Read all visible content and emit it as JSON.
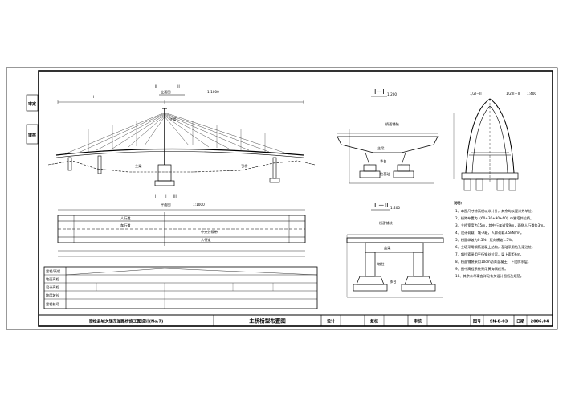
{
  "sheet": {
    "left_strip": {
      "box1": "审定",
      "box2": "审核"
    },
    "elevation": {
      "title": "立面图",
      "scale": "1:1000",
      "pier_marks_top": [
        "I",
        "II",
        "III"
      ],
      "pier_marks_bottom": [
        "I",
        "II",
        "III"
      ],
      "labels": [
        "主塔",
        "主梁",
        "引桥"
      ]
    },
    "plan": {
      "title": "平面图",
      "scale": "1:1000",
      "labels": [
        "人行道",
        "车行道",
        "中央分隔带",
        "人行道"
      ]
    },
    "profile_table": {
      "rows": [
        "里程/高程",
        "地面高程",
        "设计高程",
        "坡度坡长",
        "里程桩号"
      ]
    },
    "section_1": {
      "title": "I－I",
      "scale": "1:200",
      "notes": [
        "桥面铺装",
        "主梁",
        "承台",
        "桩基础"
      ]
    },
    "section_2": {
      "title": "II－II",
      "scale": "1:200",
      "notes": [
        "桥面铺装",
        "盖梁",
        "墩柱",
        "承台"
      ]
    },
    "tower_views": {
      "left_title": "1/2I－II",
      "right_title": "1/2III－III",
      "scale": "1:400"
    },
    "notes": {
      "header": "说明：",
      "items": [
        "1、本图尺寸除高程以米计外，其余均以厘米为单位。",
        "2、桥跨布置为（60+30+90+60）m独塔斜拉桥。",
        "3、主桥宽度为15m，其中行车道宽9m，两侧人行道各3m。",
        "4、设计荷载：城-A级，人群荷载3.5kN/m²。",
        "5、桥面纵坡为0.5%，双向横坡1.5%。",
        "6、主塔采用钢筋混凝土结构，基础采用钻孔灌注桩。",
        "7、斜拉索采用平行钢丝拉索，梁上索距6m。",
        "8、桥面铺装采用10cm沥青混凝土，下设防水层。",
        "9、图中高程系统采用黄海高程系。",
        "10、其余未尽事宜详见有关设计图纸及规范。"
      ]
    },
    "title_block": {
      "project": "宿松县城关镇东湖路桥施工图设计(No.7)",
      "drawing_name": "主桥桥型布置图",
      "design_label": "设计",
      "review_label": "复核",
      "check_label": "审核",
      "drawing_no_label": "图号",
      "drawing_no": "SN-8-03",
      "date_label": "日期",
      "date": "2006.04"
    }
  }
}
